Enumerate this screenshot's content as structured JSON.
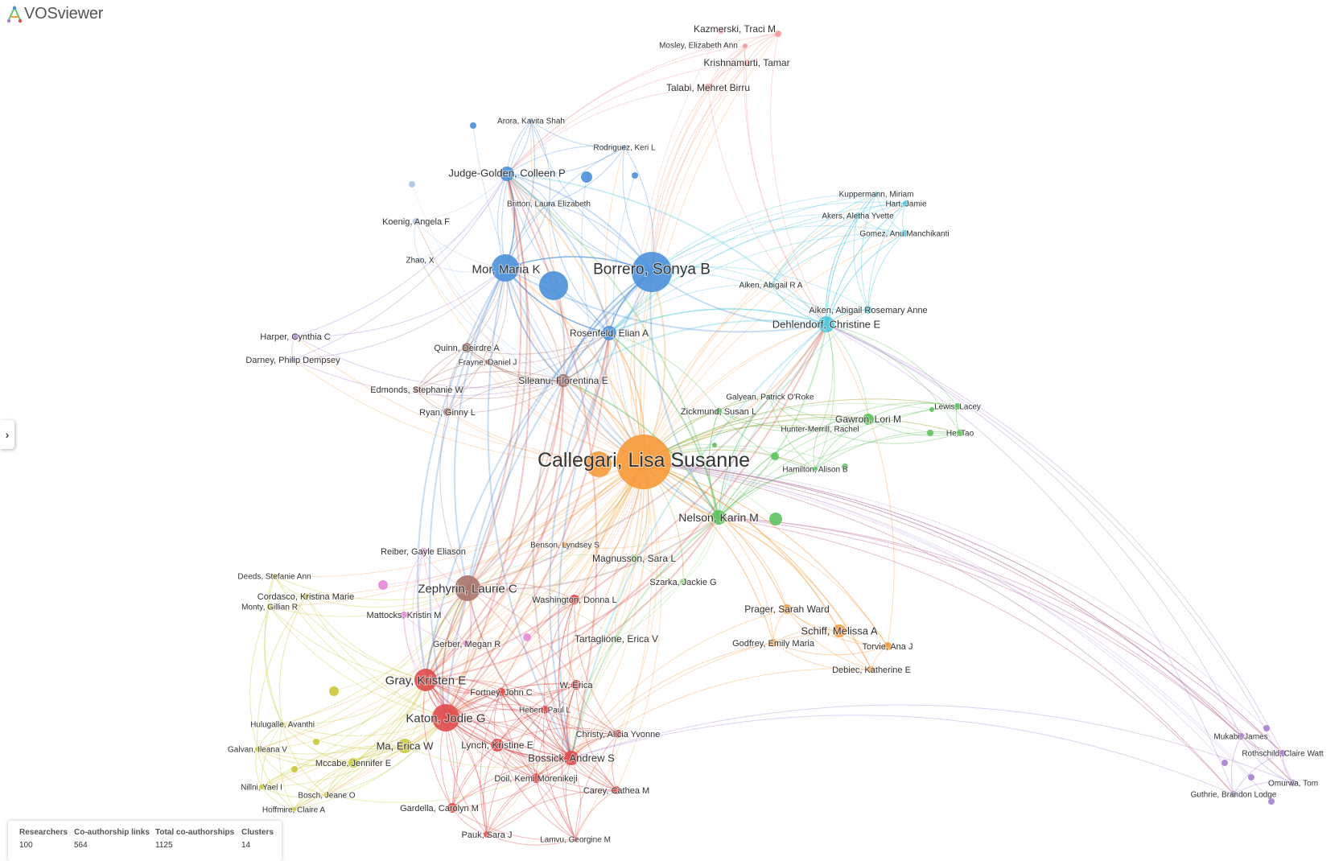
{
  "app": {
    "title": "VOSviewer"
  },
  "colors": {
    "blue": "#4a90d9",
    "orange": "#f79a3a",
    "brown": "#a9746a",
    "green": "#5cc25c",
    "red": "#e04a4a",
    "yellow": "#c9c93a",
    "cyan": "#4cc8dc",
    "purple": "#a77fd0",
    "pink": "#e38ad8",
    "lightgreen": "#9ed98a",
    "lightblue": "#a8c7ea",
    "salmon": "#f29a9a"
  },
  "nodes": [
    {
      "id": "callegari",
      "label": "Callegari, Lisa Susanne",
      "cluster": "orange",
      "size": "xl"
    },
    {
      "id": "borrero",
      "label": "Borrero, Sonya B",
      "cluster": "blue",
      "size": "l"
    },
    {
      "id": "mor",
      "label": "Mor, Maria K",
      "cluster": "blue",
      "size": "m"
    },
    {
      "id": "judge",
      "label": "Judge-Golden, Colleen P",
      "cluster": "blue",
      "size": "s"
    },
    {
      "id": "britton",
      "label": "Britton, Laura Elizabeth",
      "cluster": "blue",
      "size": "xs"
    },
    {
      "id": "arora",
      "label": "Arora, Kavita Shah",
      "cluster": "blue",
      "size": "xs"
    },
    {
      "id": "rodriguez",
      "label": "Rodriguez, Keri L",
      "cluster": "blue",
      "size": "xs"
    },
    {
      "id": "koenig",
      "label": "Koenig, Angela F",
      "cluster": "lightblue",
      "size": "xs"
    },
    {
      "id": "zhao",
      "label": "Zhao, X",
      "cluster": "lightblue",
      "size": "xs"
    },
    {
      "id": "rosenfeld",
      "label": "Rosenfeld, Elian A",
      "cluster": "blue",
      "size": "s"
    },
    {
      "id": "kazmerski",
      "label": "Kazmerski, Traci M",
      "cluster": "salmon",
      "size": "xs"
    },
    {
      "id": "mosley",
      "label": "Mosley, Elizabeth Ann",
      "cluster": "salmon",
      "size": "xs"
    },
    {
      "id": "krishnamurti",
      "label": "Krishnamurti, Tamar",
      "cluster": "salmon",
      "size": "xs"
    },
    {
      "id": "talabi",
      "label": "Talabi, Mehret Birru",
      "cluster": "salmon",
      "size": "xs"
    },
    {
      "id": "kuppermann",
      "label": "Kuppermann, Miriam",
      "cluster": "cyan",
      "size": "xs"
    },
    {
      "id": "hart",
      "label": "Hart, Jamie",
      "cluster": "cyan",
      "size": "xs"
    },
    {
      "id": "akersy",
      "label": "Akers, Aletha Yvette",
      "cluster": "cyan",
      "size": "xs"
    },
    {
      "id": "gomez",
      "label": "Gomez, Anu Manchikanti",
      "cluster": "cyan",
      "size": "xs"
    },
    {
      "id": "aikena",
      "label": "Aiken, Abigail R A",
      "cluster": "cyan",
      "size": "xs"
    },
    {
      "id": "aikenr",
      "label": "Aiken, Abigail Rosemary Anne",
      "cluster": "cyan",
      "size": "xs"
    },
    {
      "id": "dehlendorf",
      "label": "Dehlendorf, Christine E",
      "cluster": "cyan",
      "size": "s"
    },
    {
      "id": "harper",
      "label": "Harper, Cynthia C",
      "cluster": "purple",
      "size": "xs"
    },
    {
      "id": "darney",
      "label": "Darney, Philip Dempsey",
      "cluster": "purple",
      "size": "xs"
    },
    {
      "id": "quinn",
      "label": "Quinn, Deirdre A",
      "cluster": "brown",
      "size": "xs"
    },
    {
      "id": "frayne",
      "label": "Frayne, Daniel J",
      "cluster": "brown",
      "size": "xs"
    },
    {
      "id": "sileanu",
      "label": "Sileanu, Florentina E",
      "cluster": "brown",
      "size": "s"
    },
    {
      "id": "edmonds",
      "label": "Edmonds, Stephanie W",
      "cluster": "brown",
      "size": "xs"
    },
    {
      "id": "ryan",
      "label": "Ryan, Ginny L",
      "cluster": "brown",
      "size": "xs"
    },
    {
      "id": "galyean",
      "label": "Galyean, Patrick O'Roke",
      "cluster": "green",
      "size": "xs"
    },
    {
      "id": "zickmund",
      "label": "Zickmund, Susan L",
      "cluster": "green",
      "size": "xs"
    },
    {
      "id": "lewis",
      "label": "Lewis, Lacey",
      "cluster": "green",
      "size": "xs"
    },
    {
      "id": "gawron",
      "label": "Gawron, Lori M",
      "cluster": "green",
      "size": "s"
    },
    {
      "id": "hunter",
      "label": "Hunter-Merrill, Rachel",
      "cluster": "green",
      "size": "xs"
    },
    {
      "id": "he",
      "label": "He, Tao",
      "cluster": "green",
      "size": "xs"
    },
    {
      "id": "hamilton",
      "label": "Hamilton, Alison B",
      "cluster": "green",
      "size": "xs"
    },
    {
      "id": "nelson",
      "label": "Nelson, Karin M",
      "cluster": "green",
      "size": "s"
    },
    {
      "id": "benson",
      "label": "Benson, Lyndsey S",
      "cluster": "orange",
      "size": "xs"
    },
    {
      "id": "reiber",
      "label": "Reiber, Gayle Eliason",
      "cluster": "pink",
      "size": "xs"
    },
    {
      "id": "magnusson",
      "label": "Magnusson, Sara L",
      "cluster": "lightgreen",
      "size": "xs"
    },
    {
      "id": "deeds",
      "label": "Deeds, Stefanie Ann",
      "cluster": "yellow",
      "size": "xs"
    },
    {
      "id": "zephyrin",
      "label": "Zephyrin, Laurie C",
      "cluster": "brown",
      "size": "m"
    },
    {
      "id": "szarka",
      "label": "Szarka, Jackie G",
      "cluster": "lightgreen",
      "size": "xs"
    },
    {
      "id": "cordasco",
      "label": "Cordasco, Kristina Marie",
      "cluster": "yellow",
      "size": "xs"
    },
    {
      "id": "monty",
      "label": "Monty, Gillian R",
      "cluster": "yellow",
      "size": "xs"
    },
    {
      "id": "washington",
      "label": "Washington, Donna L",
      "cluster": "red",
      "size": "xs"
    },
    {
      "id": "prager",
      "label": "Prager, Sarah Ward",
      "cluster": "orange",
      "size": "xs"
    },
    {
      "id": "mattocks",
      "label": "Mattocks, Kristin M",
      "cluster": "pink",
      "size": "xs"
    },
    {
      "id": "schiff",
      "label": "Schiff, Melissa A",
      "cluster": "orange",
      "size": "s"
    },
    {
      "id": "tartaglione",
      "label": "Tartaglione, Erica V",
      "cluster": "lightgreen",
      "size": "xs"
    },
    {
      "id": "godfrey",
      "label": "Godfrey, Emily Maria",
      "cluster": "orange",
      "size": "xs"
    },
    {
      "id": "torvie",
      "label": "Torvie, Ana J",
      "cluster": "orange",
      "size": "xs"
    },
    {
      "id": "gerber",
      "label": "Gerber, Megan R",
      "cluster": "pink",
      "size": "xs"
    },
    {
      "id": "debiec",
      "label": "Debiec, Katherine E",
      "cluster": "orange",
      "size": "xs"
    },
    {
      "id": "gray",
      "label": "Gray, Kristen E",
      "cluster": "red",
      "size": "m"
    },
    {
      "id": "fortney",
      "label": "Fortney, John C",
      "cluster": "red",
      "size": "xs"
    },
    {
      "id": "werica",
      "label": "W, Erica",
      "cluster": "red",
      "size": "xs"
    },
    {
      "id": "katon",
      "label": "Katon, Jodie G",
      "cluster": "red",
      "size": "m"
    },
    {
      "id": "hebert",
      "label": "Hebert, Paul L",
      "cluster": "red",
      "size": "xs"
    },
    {
      "id": "hulugalle",
      "label": "Hulugalle, Avanthi",
      "cluster": "yellow",
      "size": "xs"
    },
    {
      "id": "christy",
      "label": "Christy, Alicia Yvonne",
      "cluster": "red",
      "size": "xs"
    },
    {
      "id": "galvan",
      "label": "Galvan, Ileana V",
      "cluster": "yellow",
      "size": "xs"
    },
    {
      "id": "ma",
      "label": "Ma, Erica W",
      "cluster": "yellow",
      "size": "s"
    },
    {
      "id": "lynch",
      "label": "Lynch, Kristine E",
      "cluster": "red",
      "size": "s"
    },
    {
      "id": "bossick",
      "label": "Bossick, Andrew S",
      "cluster": "red",
      "size": "s"
    },
    {
      "id": "mccabe",
      "label": "Mccabe, Jennifer E",
      "cluster": "yellow",
      "size": "xs"
    },
    {
      "id": "doil",
      "label": "Doil, Kemi Morenikeji",
      "cluster": "red",
      "size": "xs"
    },
    {
      "id": "nillni",
      "label": "Nillni, Yael I",
      "cluster": "yellow",
      "size": "xs"
    },
    {
      "id": "bosch",
      "label": "Bosch, Jeane O",
      "cluster": "yellow",
      "size": "xs"
    },
    {
      "id": "carey",
      "label": "Carey, Cathea M",
      "cluster": "red",
      "size": "xs"
    },
    {
      "id": "hoffmire",
      "label": "Hoffmire, Claire A",
      "cluster": "yellow",
      "size": "xs"
    },
    {
      "id": "gardella",
      "label": "Gardella, Carolyn M",
      "cluster": "red",
      "size": "xs"
    },
    {
      "id": "pauk",
      "label": "Pauk, Sara J",
      "cluster": "red",
      "size": "xs"
    },
    {
      "id": "lamvu",
      "label": "Lamvu, Georgine M",
      "cluster": "red",
      "size": "xs"
    },
    {
      "id": "mukabi",
      "label": "Mukabi, James",
      "cluster": "purple",
      "size": "xs"
    },
    {
      "id": "rothschild",
      "label": "Rothschild, Claire Watt",
      "cluster": "purple",
      "size": "xs"
    },
    {
      "id": "omurwa",
      "label": "Omurwa, Tom",
      "cluster": "purple",
      "size": "xs"
    },
    {
      "id": "guthrie",
      "label": "Guthrie, Brandon Lodge",
      "cluster": "purple",
      "size": "xs"
    }
  ],
  "stats": {
    "researchers_label": "Researchers",
    "researchers_value": "100",
    "links_label": "Co-authorship links",
    "links_value": "564",
    "total_label": "Total co-authorships",
    "total_value": "1125",
    "clusters_label": "Clusters",
    "clusters_value": "14"
  }
}
